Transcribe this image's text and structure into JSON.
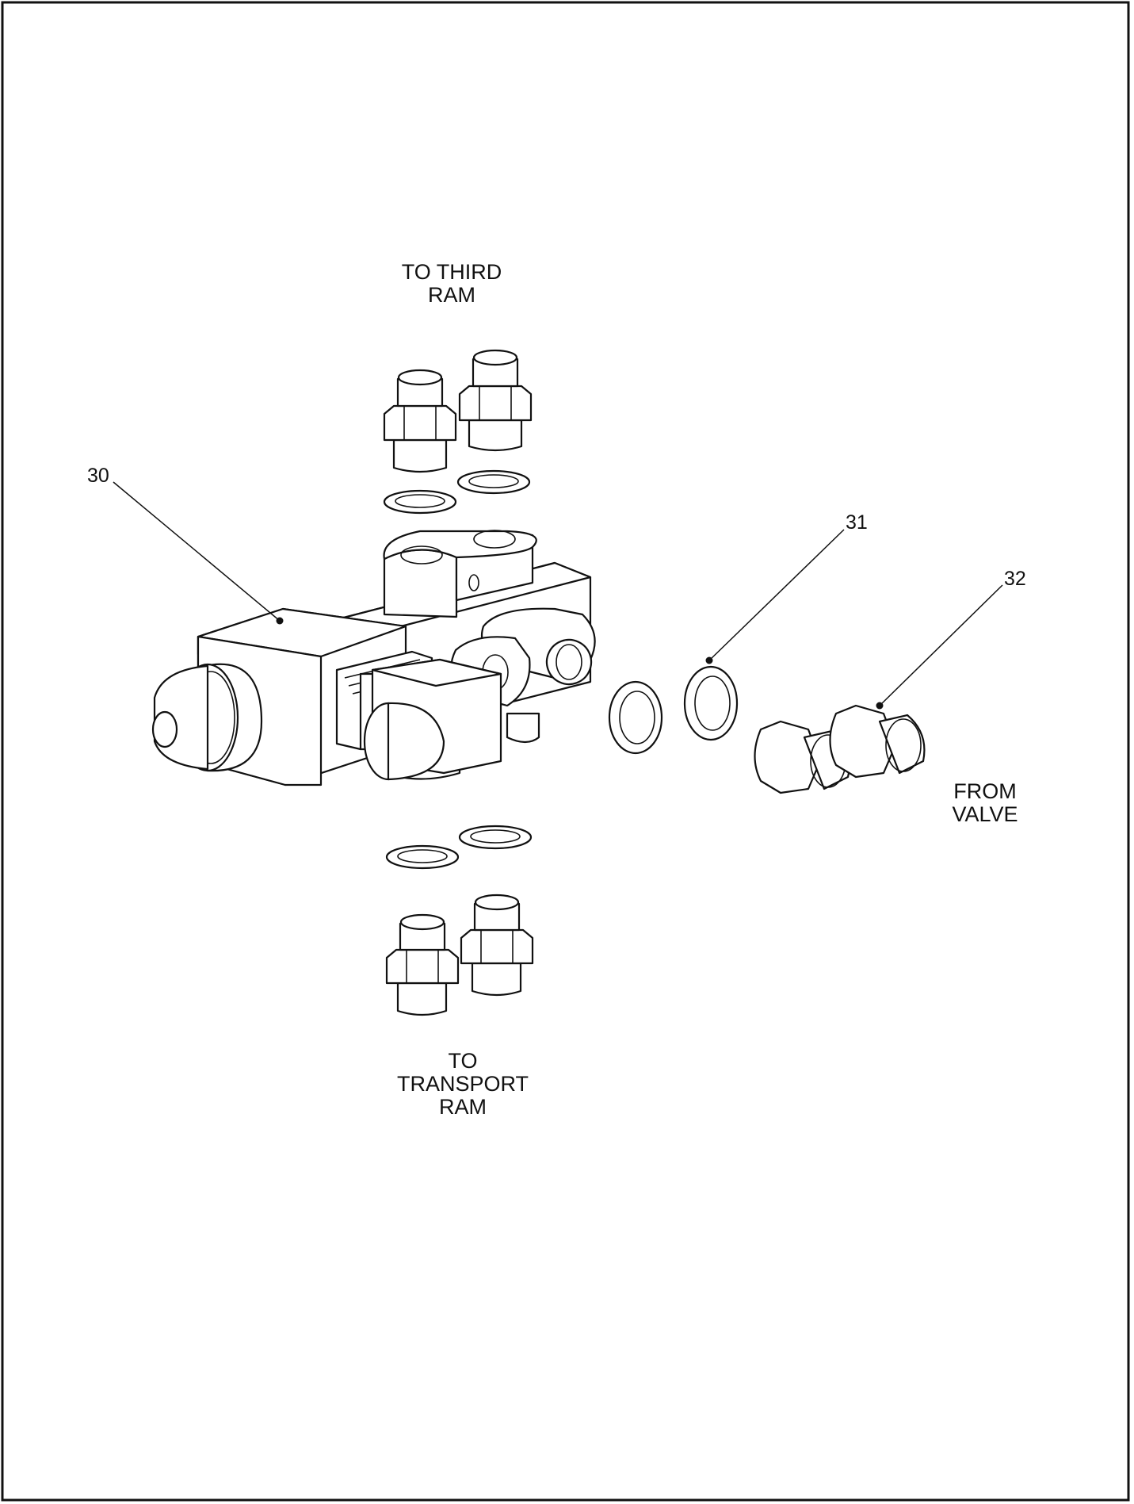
{
  "labels": {
    "to_third_ram": [
      "TO THIRD",
      "RAM"
    ],
    "from_valve": [
      "FROM",
      "VALVE"
    ],
    "to_transport_ram": [
      "TO",
      "TRANSPORT",
      "RAM"
    ]
  },
  "callouts": {
    "c30": "30",
    "c31": "31",
    "c32": "32"
  }
}
